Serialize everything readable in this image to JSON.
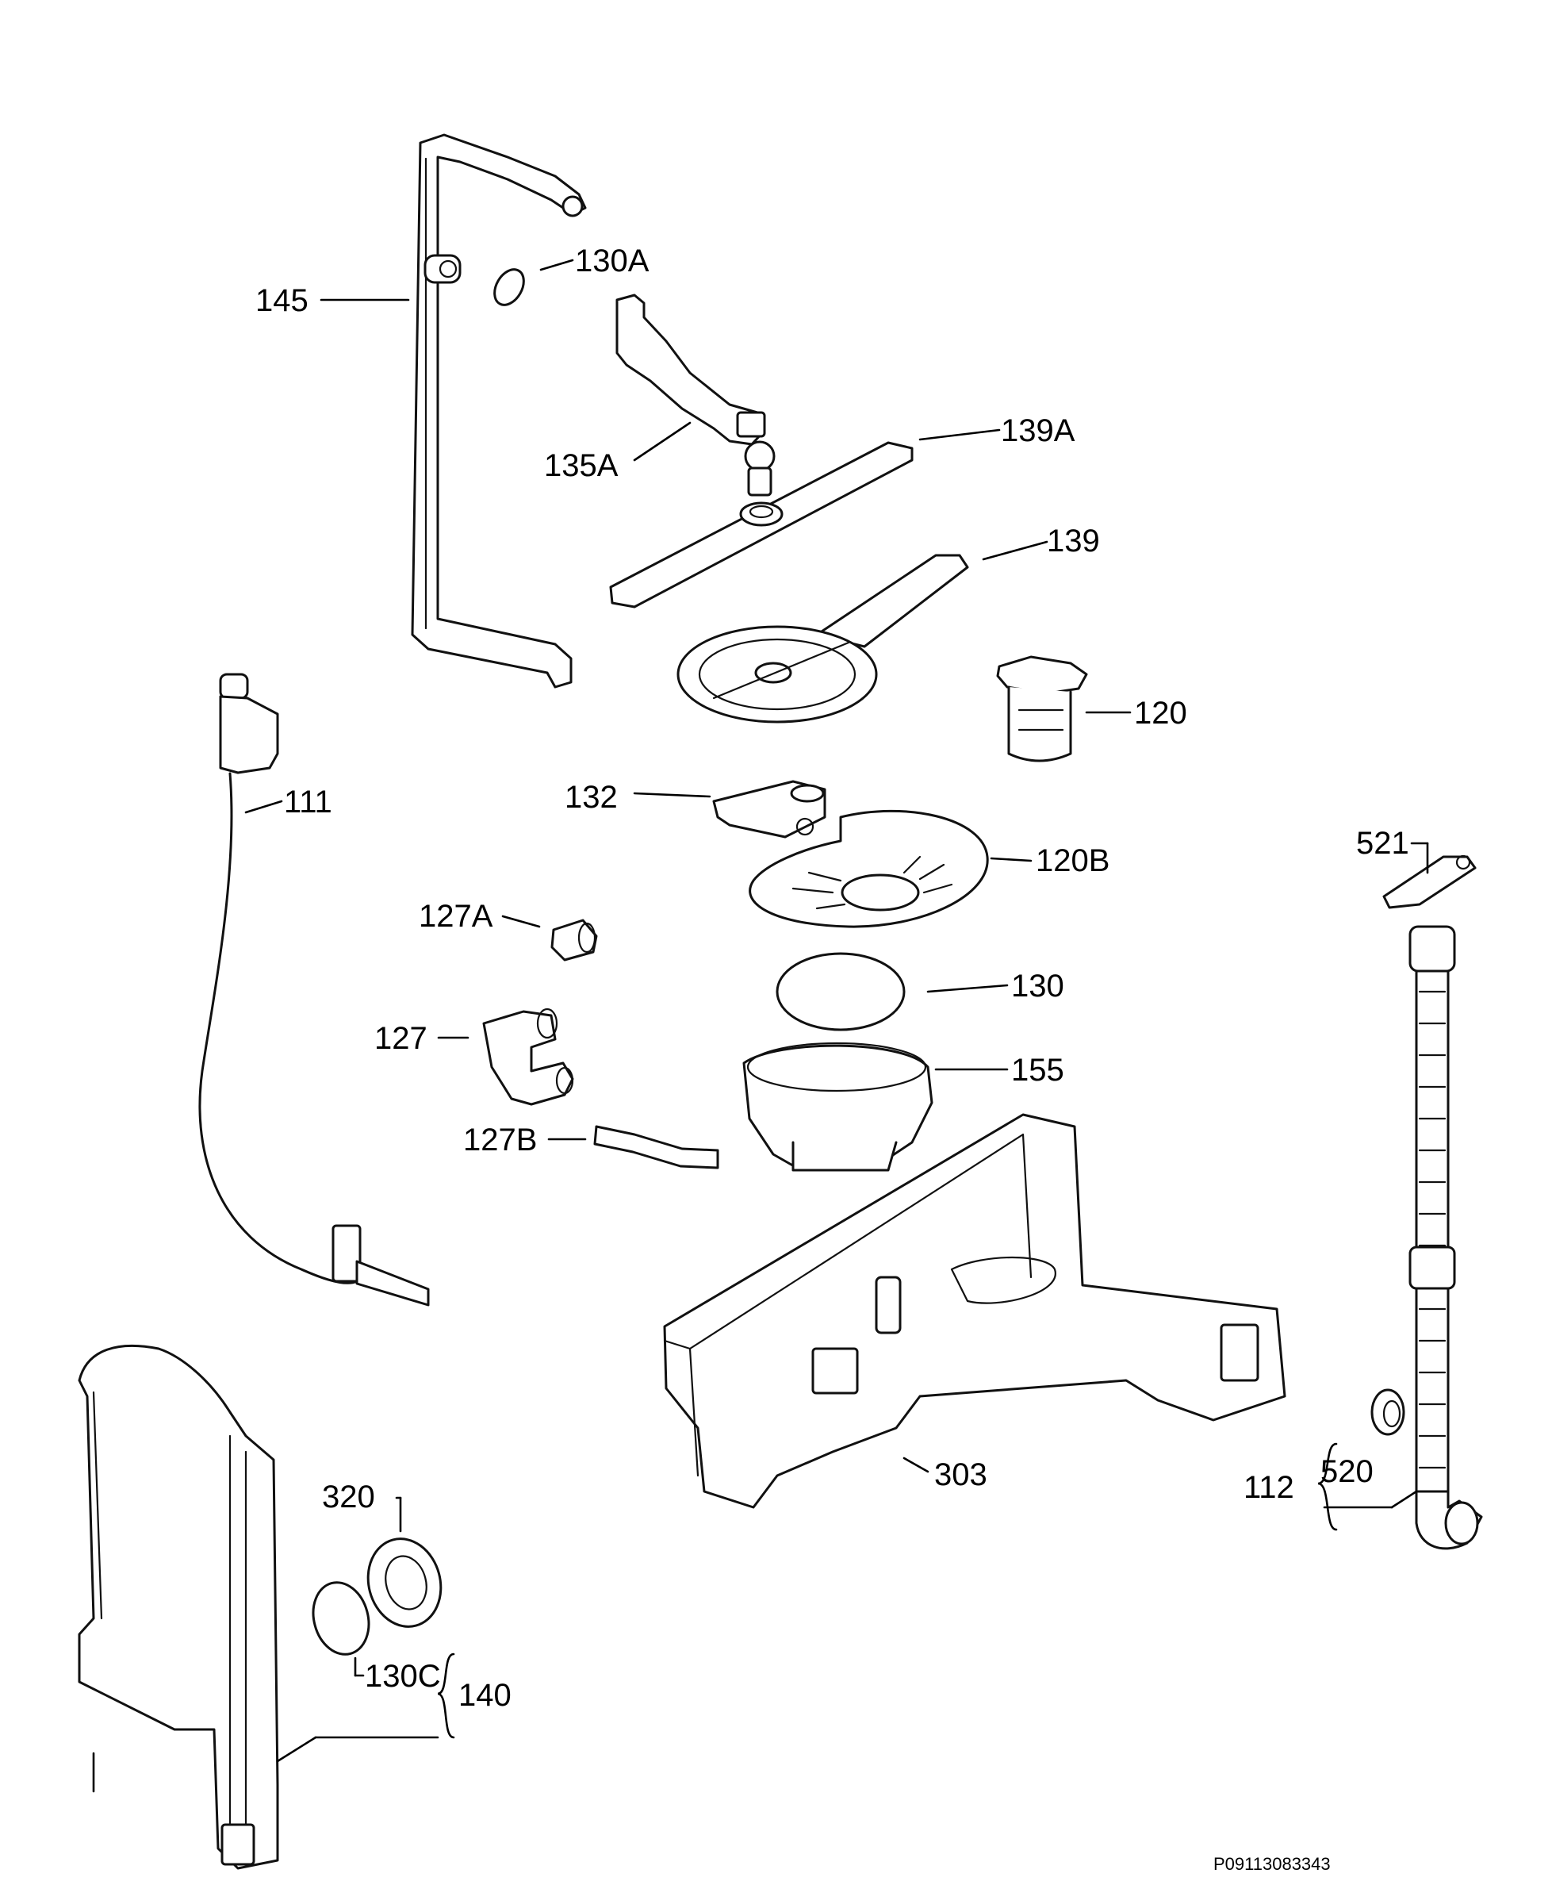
{
  "labels": {
    "p145": "145",
    "p130A": "130A",
    "p135A": "135A",
    "p139A": "139A",
    "p139": "139",
    "p120": "120",
    "p111": "111",
    "p132": "132",
    "p120B": "120B",
    "p127A": "127A",
    "p130": "130",
    "p127": "127",
    "p155": "155",
    "p127B": "127B",
    "p521": "521",
    "p303": "303",
    "p320": "320",
    "p520": "520",
    "p112": "112",
    "p130C": "130C",
    "p140": "140"
  },
  "drawing_code": "P09113083343"
}
